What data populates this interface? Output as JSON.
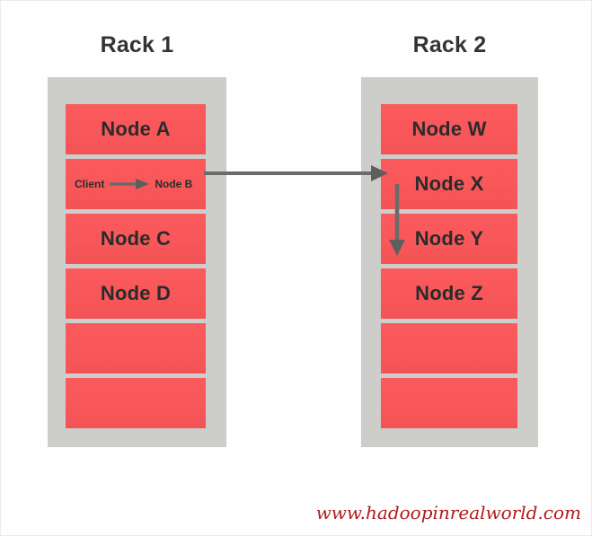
{
  "diagram": {
    "title_left": "Rack 1",
    "title_right": "Rack 2",
    "colors": {
      "node_fill": "#f8585a",
      "rack_fill": "#cdcdca",
      "arrow": "#6b6b6b",
      "title_text": "#333333",
      "watermark": "#b01b1b",
      "background": "#ffffff"
    },
    "racks": [
      {
        "name": "Rack 1",
        "nodes": [
          {
            "label": "Node A",
            "type": "node",
            "empty": false
          },
          {
            "label": "Node B",
            "type": "client-node",
            "empty": false,
            "client_label": "Client"
          },
          {
            "label": "Node C",
            "type": "node",
            "empty": false
          },
          {
            "label": "Node D",
            "type": "node",
            "empty": false
          },
          {
            "label": "",
            "type": "empty-slot",
            "empty": true
          },
          {
            "label": "",
            "type": "empty-slot",
            "empty": true
          }
        ]
      },
      {
        "name": "Rack 2",
        "nodes": [
          {
            "label": "Node W",
            "type": "node",
            "empty": false
          },
          {
            "label": "Node X",
            "type": "node",
            "empty": false
          },
          {
            "label": "Node Y",
            "type": "node",
            "empty": false
          },
          {
            "label": "Node Z",
            "type": "node",
            "empty": false
          },
          {
            "label": "",
            "type": "empty-slot",
            "empty": true
          },
          {
            "label": "",
            "type": "empty-slot",
            "empty": true
          }
        ]
      }
    ],
    "connectors": [
      {
        "name": "client-to-node-b",
        "from": "Client",
        "to": "Node B",
        "direction": "right"
      },
      {
        "name": "node-b-to-node-x",
        "from": "Node B",
        "to": "Node X",
        "direction": "right"
      },
      {
        "name": "node-x-to-node-y",
        "from": "Node X",
        "to": "Node Y",
        "direction": "down"
      }
    ]
  },
  "watermark": {
    "text": "www.hadoopinrealworld.com"
  }
}
